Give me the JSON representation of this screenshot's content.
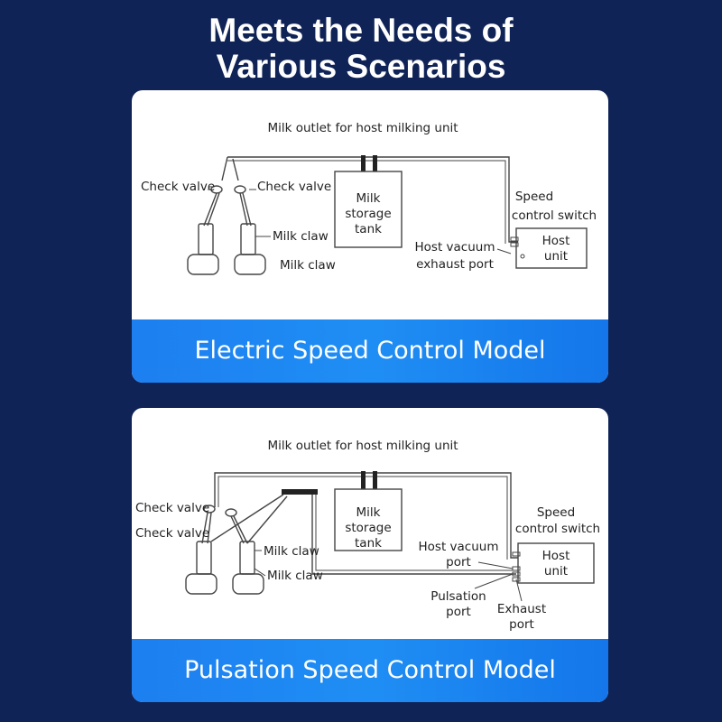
{
  "headline": {
    "line1": "Meets the Needs of",
    "line2": "Various Scenarios"
  },
  "electric_model": {
    "banner_label": "Electric Speed Control Model",
    "labels": {
      "milk_outlet": "Milk outlet for host milking unit",
      "check_valve_left": "Check valve",
      "check_valve_right": "Check valve",
      "milk_claw_1": "Milk claw",
      "milk_claw_2": "Milk claw",
      "tank_line1": "Milk",
      "tank_line2": "storage",
      "tank_line3": "tank",
      "speed_line1": "Speed",
      "speed_line2": "control switch",
      "vacuum_line1": "Host vacuum",
      "vacuum_line2": "exhaust port",
      "host_line1": "Host",
      "host_line2": "unit"
    }
  },
  "pulsation_model": {
    "banner_label": "Pulsation Speed Control Model",
    "labels": {
      "milk_outlet": "Milk outlet for host milking unit",
      "check_valve_1": "Check valve",
      "check_valve_2": "Check valve",
      "milk_claw_1": "Milk claw",
      "milk_claw_2": "Milk claw",
      "tank_line1": "Milk",
      "tank_line2": "storage",
      "tank_line3": "tank",
      "speed_line1": "Speed",
      "speed_line2": "control switch",
      "vacuum_line1": "Host vacuum",
      "vacuum_line2": "port",
      "pulsation_line1": "Pulsation",
      "pulsation_line2": "port",
      "exhaust_line1": "Exhaust",
      "exhaust_line2": "port",
      "host_line1": "Host",
      "host_line2": "unit"
    }
  },
  "colors": {
    "background": "#0f2357",
    "banner": "#1d7ff0",
    "card": "#ffffff"
  }
}
